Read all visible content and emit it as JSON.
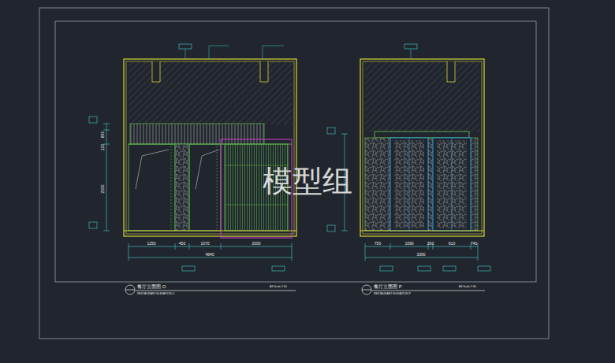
{
  "diagram": {
    "labels": [
      "模型组",
      "餐厅立面图 O",
      "RESTAURANT ELEVATION O",
      "A3 Scale 1:50",
      "餐厅立面图 P",
      "RESTAURANT ELEVATION P",
      "A3 Scale 1:50",
      "1250",
      "450",
      "1070",
      "2000",
      "4840",
      "750",
      "1090",
      "300",
      "610",
      "740",
      "3390",
      "120",
      "690",
      "2550"
    ]
  }
}
